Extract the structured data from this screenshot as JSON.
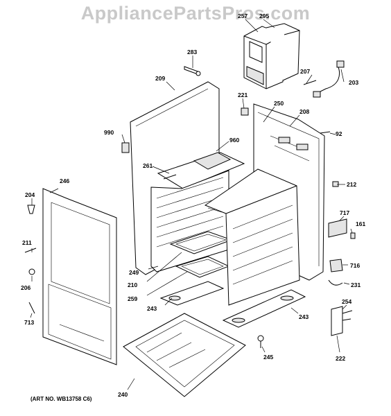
{
  "watermark": "AppliancePartsPros.com",
  "art_number": "(ART NO. WB13758 C6)",
  "callouts": {
    "c257": "257",
    "c295": "295",
    "c283": "283",
    "c207": "207",
    "c203": "203",
    "c209": "209",
    "c221": "221",
    "c250": "250",
    "c208": "208",
    "c990": "990",
    "c92": "92",
    "c960": "960",
    "c261": "261",
    "c212": "212",
    "c204": "204",
    "c246": "246",
    "c717": "717",
    "c161": "161",
    "c211": "211",
    "c716": "716",
    "c249": "249",
    "c206": "206",
    "c210": "210",
    "c231": "231",
    "c259": "259",
    "c254": "254",
    "c243a": "243",
    "c243b": "243",
    "c713": "713",
    "c245": "245",
    "c222": "222",
    "c240": "240"
  }
}
